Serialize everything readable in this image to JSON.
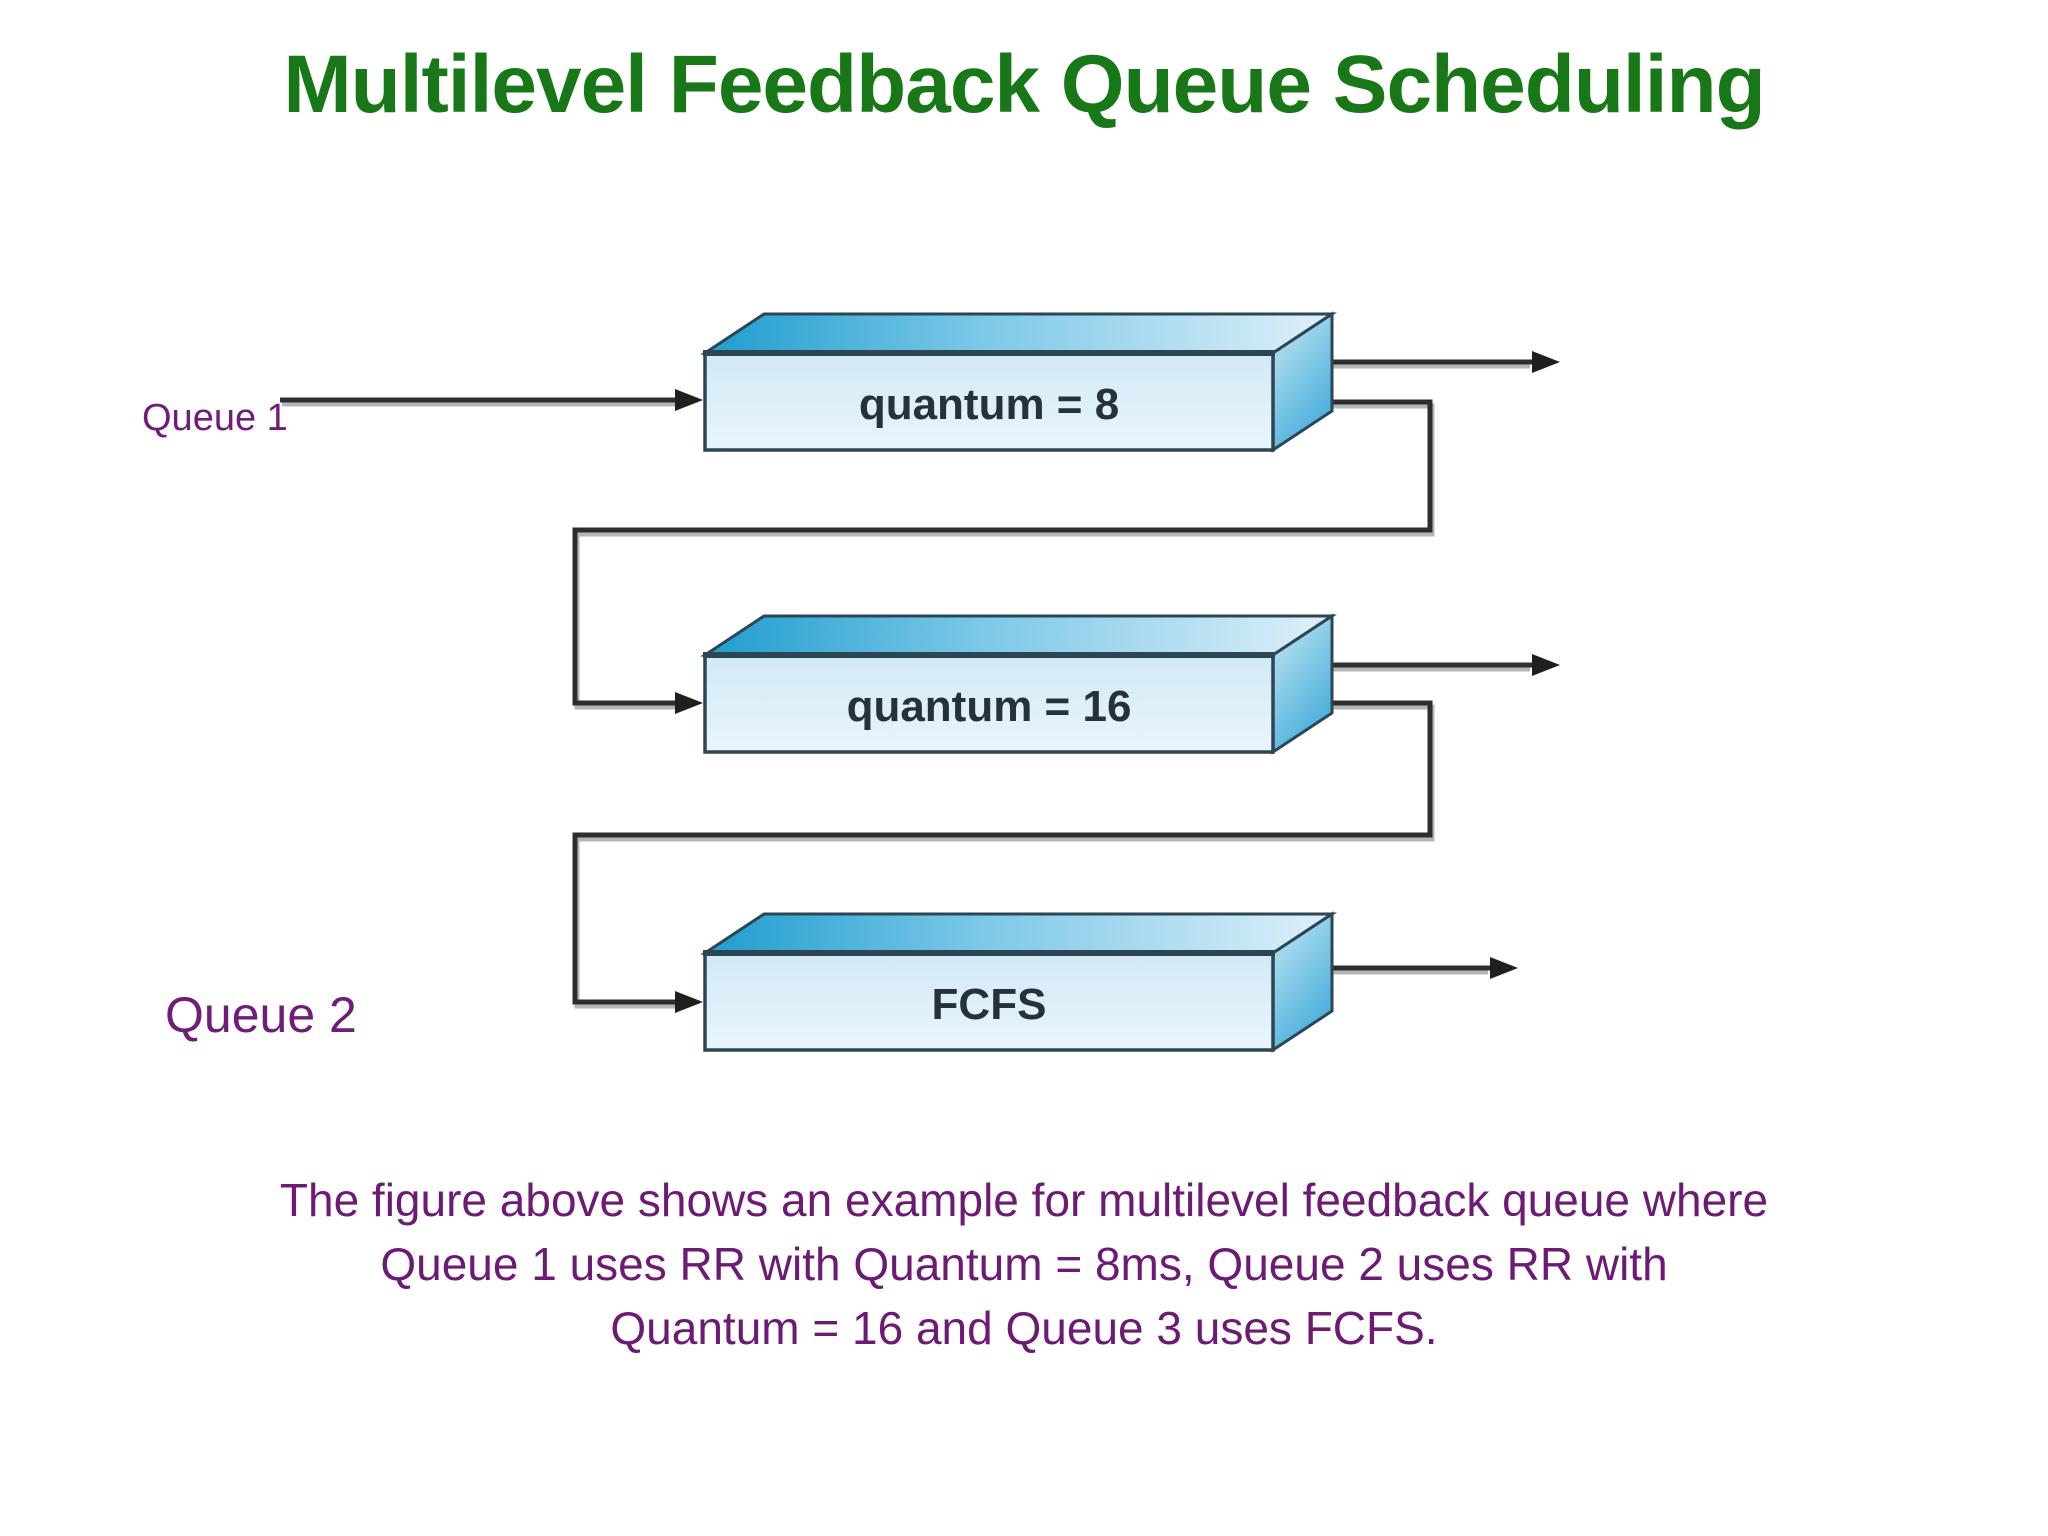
{
  "slide": {
    "title": "Multilevel Feedback Queue Scheduling",
    "caption_lines": [
      "The figure above shows an example for multilevel feedback queue where",
      "Queue 1 uses RR with Quantum = 8ms, Queue 2 uses RR with",
      "Quantum = 16 and Queue 3 uses FCFS."
    ]
  },
  "diagram": {
    "queue_labels": [
      {
        "label": "Queue 1"
      },
      {
        "label": "Queue 2"
      }
    ],
    "boxes": [
      {
        "label": "quantum = 8"
      },
      {
        "label": "quantum = 16"
      },
      {
        "label": "FCFS"
      }
    ],
    "colors": {
      "title_green": "#187818",
      "caption_purple": "#6d1a74",
      "queue_label_purple": "#6e1d78",
      "box_front_light": "#d9ecf8",
      "box_top_gradient_start": "#1f9dcf",
      "box_top_gradient_end": "#dff0f9",
      "box_side_gradient_start": "#c7e7f5",
      "box_side_gradient_end": "#47aeda",
      "box_border": "#2c4654",
      "box_text": "#25323c",
      "arrow_dark": "#2e2e2e"
    }
  }
}
